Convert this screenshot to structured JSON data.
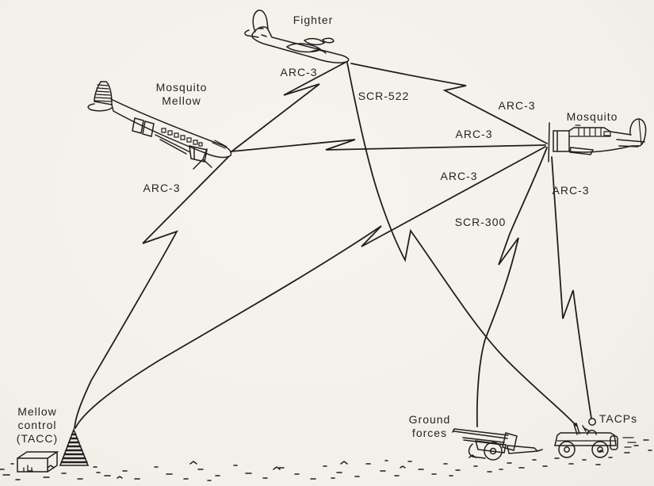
{
  "diagram": {
    "title_hint": "Tactical air control radio net diagram",
    "colors": {
      "paper": "#f3f1ea",
      "ink": "#1f1f1f",
      "text": "#242424"
    },
    "nodes": {
      "fighter": {
        "label": "Fighter",
        "icon": "jet-fighter-aircraft"
      },
      "mosquito_mellow": {
        "line1": "Mosquito",
        "line2": "Mellow",
        "icon": "transport-aircraft"
      },
      "mosquito": {
        "label": "Mosquito",
        "icon": "single-engine-aircraft"
      },
      "mellow_control": {
        "line1": "Mellow",
        "line2": "control",
        "line3": "(TACC)",
        "icon": "antenna-pyramid-and-building"
      },
      "ground_forces": {
        "line1": "Ground",
        "line2": "forces",
        "icon": "howitzer-artillery"
      },
      "tacps": {
        "label": "TACPs",
        "icon": "jeep-with-driver"
      }
    },
    "links": [
      {
        "from": "Fighter",
        "to": "Mosquito Mellow",
        "radio": "ARC-3"
      },
      {
        "from": "Fighter",
        "to": "Mosquito",
        "radio": "ARC-3"
      },
      {
        "from": "Fighter",
        "to": "TACPs",
        "radio": "SCR-522"
      },
      {
        "from": "Mosquito Mellow",
        "to": "Mosquito",
        "radio": "ARC-3"
      },
      {
        "from": "Mosquito Mellow",
        "to": "Mellow control",
        "radio": "ARC-3"
      },
      {
        "from": "Mosquito",
        "to": "Mellow control",
        "radio": "ARC-3"
      },
      {
        "from": "Mosquito",
        "to": "Ground forces",
        "radio": "SCR-300"
      },
      {
        "from": "Mosquito",
        "to": "TACPs",
        "radio": "ARC-3"
      }
    ]
  }
}
